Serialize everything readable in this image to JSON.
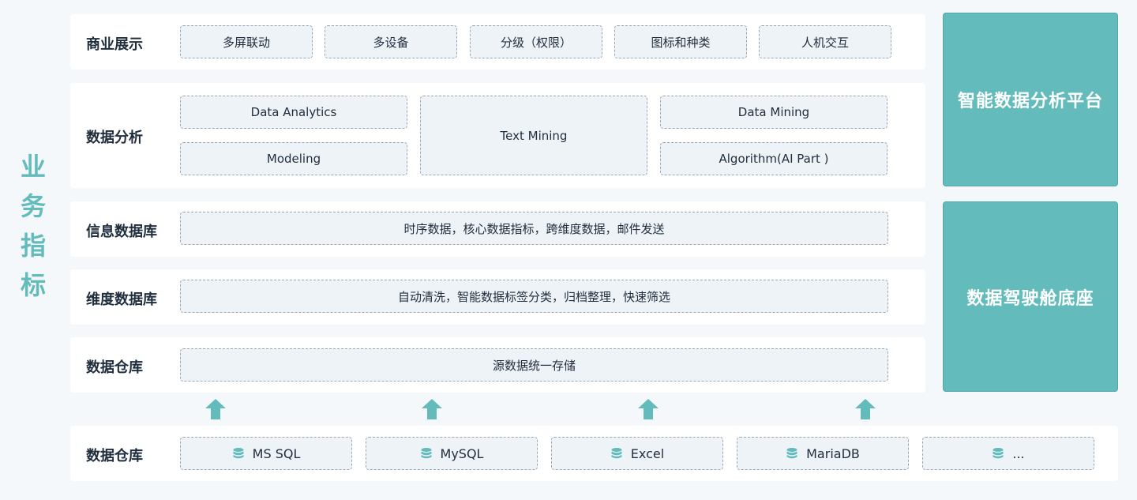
{
  "side_label": [
    "业",
    "务",
    "指",
    "标"
  ],
  "rows": {
    "business": {
      "title": "商业展示",
      "items": [
        "多屏联动",
        "多设备",
        "分级（权限）",
        "图标和种类",
        "人机交互"
      ]
    },
    "analysis": {
      "title": "数据分析",
      "items": {
        "data_analytics": "Data Analytics",
        "modeling": "Modeling",
        "text_mining": "Text Mining",
        "data_mining": "Data Mining",
        "algorithm": "Algorithm(AI Part )"
      }
    },
    "info_db": {
      "title": "信息数据库",
      "content": "时序数据，核心数据指标，跨维度数据，邮件发送"
    },
    "dim_db": {
      "title": "维度数据库",
      "content": "自动清洗，智能数据标签分类，归档整理，快速筛选"
    },
    "warehouse": {
      "title": "数据仓库",
      "content": "源数据统一存储"
    },
    "sources": {
      "title": "数据仓库",
      "items": [
        "MS SQL",
        "MySQL",
        "Excel",
        "MariaDB",
        "..."
      ]
    }
  },
  "platforms": {
    "top": "智能数据分析平台",
    "bottom": "数据驾驶舱底座"
  },
  "colors": {
    "accent": "#63bcbb",
    "box_bg": "#eef3f7",
    "row_bg": "#ffffff",
    "page_bg": "#f4f8fb"
  },
  "icons": {
    "arrow": "up-arrow-icon",
    "database": "database-icon"
  }
}
